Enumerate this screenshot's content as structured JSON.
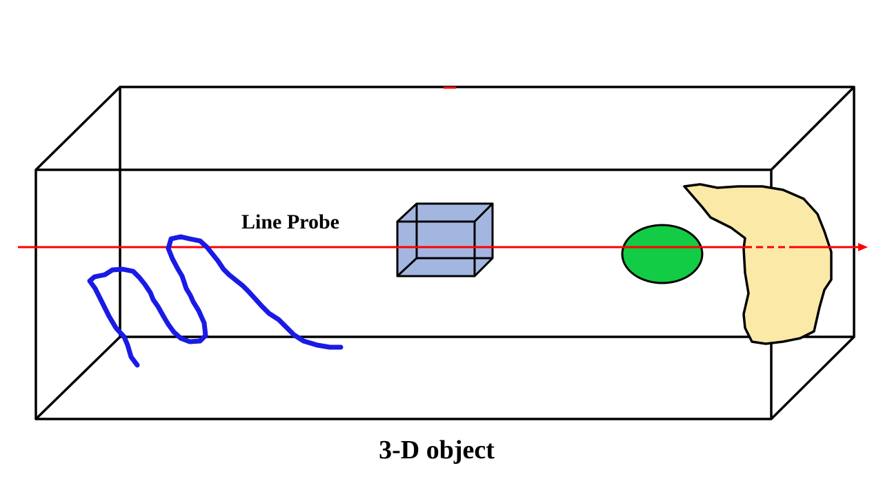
{
  "diagram": {
    "probe_label": "Line Probe",
    "caption": "3-D object"
  },
  "colors": {
    "box_edges": "#000000",
    "probe_line": "#ff0000",
    "curve": "#1a1ae6",
    "cube_fill": "#a3b6e0",
    "ellipse_fill": "#12cc45",
    "blob_fill": "#fbe9a8"
  },
  "objects": [
    {
      "name": "wavy curve",
      "icon": "curve-shape"
    },
    {
      "name": "cube",
      "icon": "cube-shape"
    },
    {
      "name": "ellipse",
      "icon": "ellipse-shape"
    },
    {
      "name": "irregular blob",
      "icon": "blob-shape"
    }
  ]
}
